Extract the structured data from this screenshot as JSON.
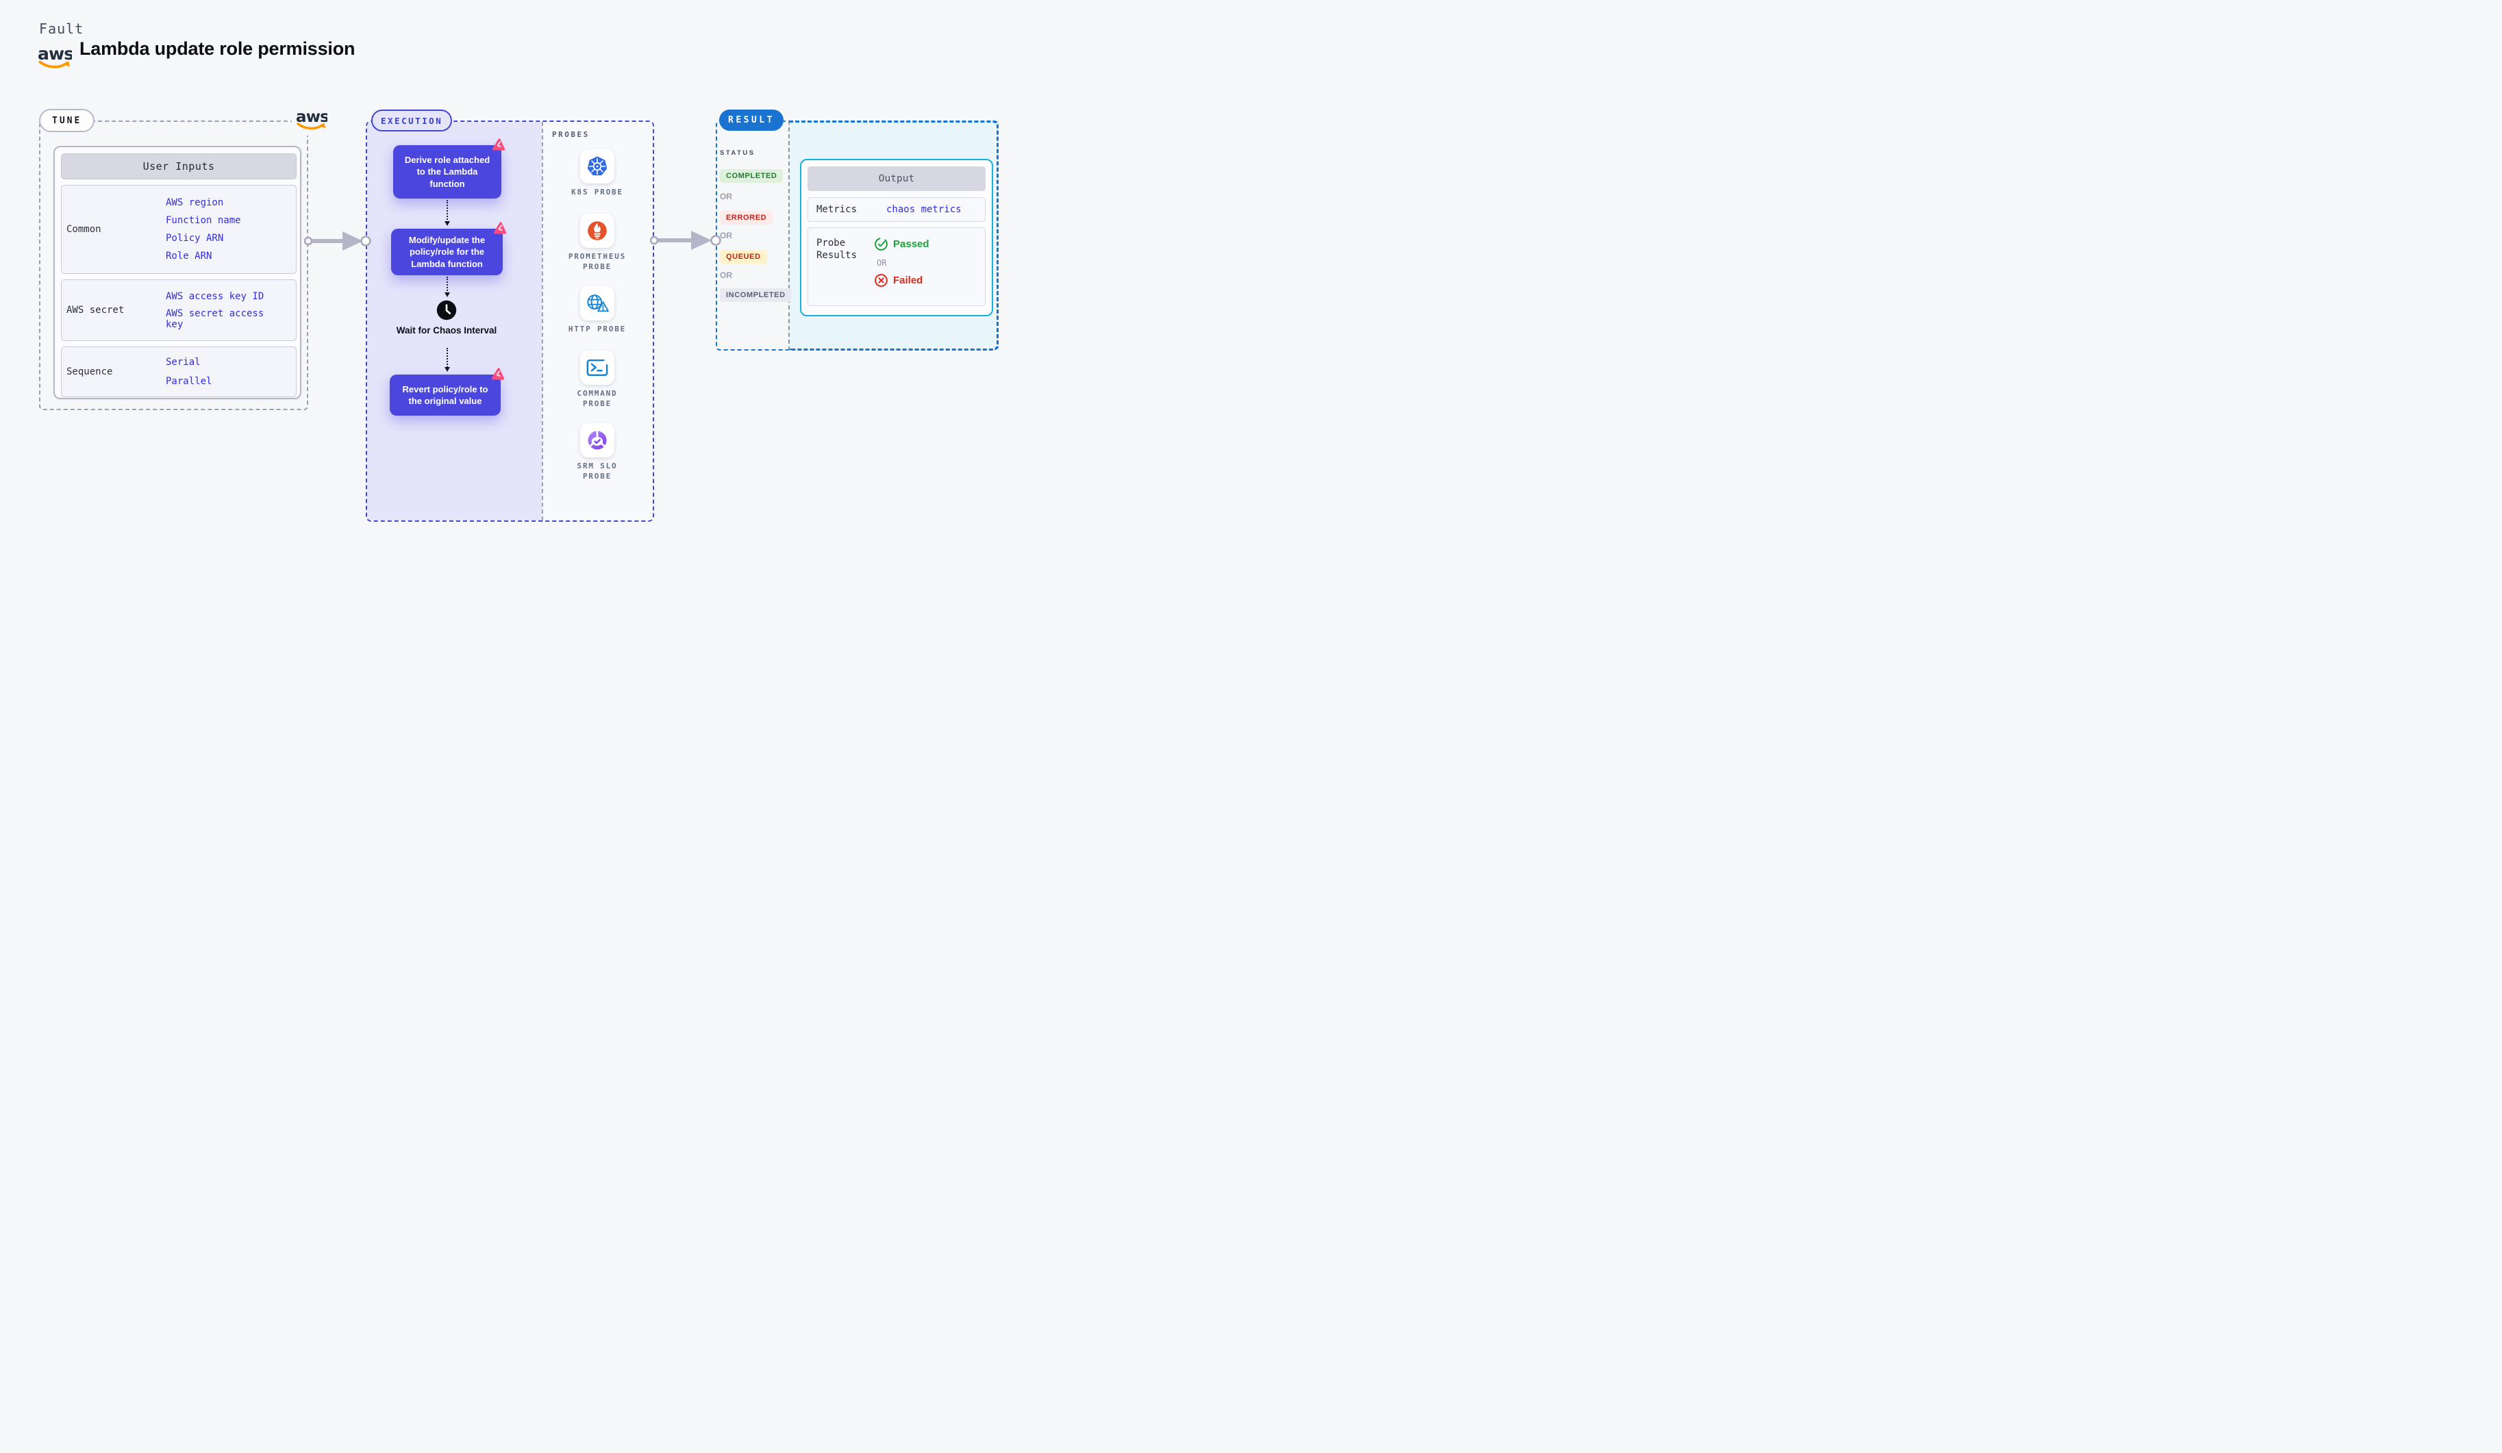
{
  "header": {
    "eyebrow": "Fault",
    "title": "Lambda update role permission",
    "aws_logo_label": "aws"
  },
  "tune": {
    "badge": "TUNE",
    "table": {
      "header": "User Inputs",
      "rows": [
        {
          "label": "Common",
          "links": [
            "AWS region",
            "Function name",
            "Policy ARN",
            "Role ARN"
          ]
        },
        {
          "label": "AWS secret",
          "links": [
            "AWS access key ID",
            "AWS secret access key"
          ]
        },
        {
          "label": "Sequence",
          "links": [
            "Serial",
            "Parallel"
          ]
        }
      ]
    }
  },
  "execution": {
    "badge": "EXECUTION",
    "steps": [
      {
        "label": "Derive role attached to the Lambda function"
      },
      {
        "label": "Modify/update the policy/role for the Lambda function"
      },
      {
        "label": "Revert policy/role to the original value"
      }
    ],
    "wait_label": "Wait for Chaos Interval",
    "probes": {
      "heading": "PROBES",
      "items": [
        {
          "label": "K8S PROBE",
          "icon": "kubernetes-icon"
        },
        {
          "label": "PROMETHEUS\nPROBE",
          "icon": "prometheus-icon"
        },
        {
          "label": "HTTP PROBE",
          "icon": "http-globe-icon"
        },
        {
          "label": "COMMAND\nPROBE",
          "icon": "terminal-icon"
        },
        {
          "label": "SRM SLO\nPROBE",
          "icon": "slo-gauge-icon"
        }
      ]
    }
  },
  "result": {
    "badge": "RESULT",
    "status": {
      "heading": "STATUS",
      "or_label": "OR",
      "items": [
        {
          "label": "COMPLETED",
          "fg": "#1b7e31",
          "bg": "#dff0dd"
        },
        {
          "label": "ERRORED",
          "fg": "#cb211b",
          "bg": "#fcebe9"
        },
        {
          "label": "QUEUED",
          "fg": "#c12117",
          "bg": "#fdf2ca"
        },
        {
          "label": "INCOMPLETED",
          "fg": "#596075",
          "bg": "#e9e9f1"
        }
      ]
    },
    "output": {
      "header": "Output",
      "metrics_label": "Metrics",
      "metrics_link": "chaos metrics",
      "probe_results_label": "Probe Results",
      "passed_label": "Passed",
      "or_label": "OR",
      "failed_label": "Failed"
    }
  },
  "colors": {
    "aws_orange": "#ff9900",
    "node_indigo": "#4b46dd",
    "execution_indigo": "#4448d1",
    "result_blue": "#1a73cf",
    "output_cyan_border": "#14b2e0",
    "doc_link_blue": "#342ddd",
    "passed_green": "#1ea33c",
    "failed_red": "#da2a1a",
    "kubernetes_blue": "#326ce5",
    "prometheus_orange": "#e6522c",
    "srm_purple": "#8b5cf6",
    "chaoshub_pink": "#fb4c7e"
  }
}
